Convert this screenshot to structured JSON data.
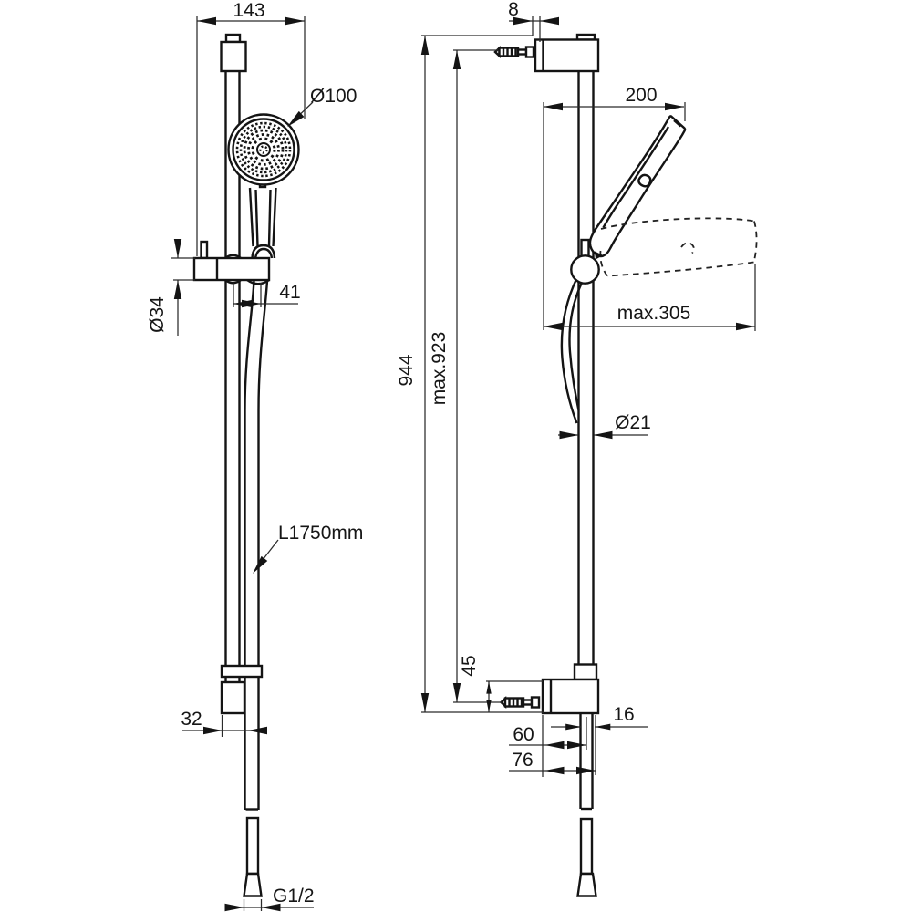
{
  "drawing": {
    "type": "technical-drawing",
    "subject": "shower slide rail kit, two orthographic views",
    "ink_color": "#141414",
    "background_color": "#ffffff",
    "views": {
      "front": "front-view",
      "side": "side-view"
    },
    "labels": {
      "front_width": "143",
      "head_diameter": "Ø100",
      "slider_diameter": "Ø34",
      "rail_hose_offset": "41",
      "hose_length": "L1750mm",
      "bracket_width": "32",
      "thread_size": "G1/2",
      "plate_thickness": "8",
      "handle_reach": "200",
      "max_reach": "max.305",
      "rail_height": "944",
      "max_fixing_height": "max.923",
      "rail_diameter": "Ø21",
      "bracket_height": "45",
      "hose_diameter": "16",
      "wall_offset_60": "60",
      "wall_offset_76": "76"
    }
  }
}
